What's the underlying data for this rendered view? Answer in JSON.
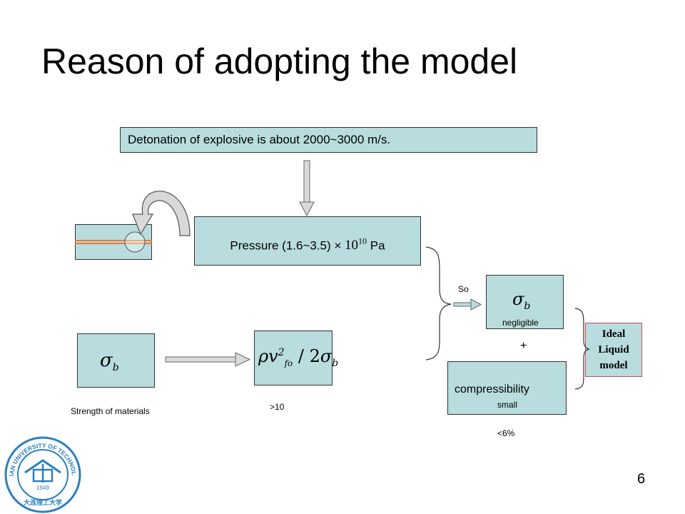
{
  "slide": {
    "title": "Reason of adopting the model",
    "detonation_text": "Detonation of explosive is about 2000~3000 m/s.",
    "pressure_prefix": "Pressure  (1.6~3.5) × ",
    "pressure_base": "10",
    "pressure_exponent": "10",
    "pressure_unit": " Pa",
    "sigma_symbol": "σ",
    "sigma_subscript": "b",
    "ratio_rho": "ρ",
    "ratio_v": "v",
    "ratio_v_exp": "2",
    "ratio_v_sub": "fo",
    "ratio_mid": " / 2",
    "so_label": "So",
    "negligible_label": "negligible",
    "plus_label": "+",
    "compressibility_label": "compressibility",
    "small_label": "small",
    "ideal_line1": "Ideal",
    "ideal_line2": "Liquid",
    "ideal_line3": "model",
    "strength_label": "Strength of materials",
    "gt10_label": ">10",
    "lt6_label": "<6%",
    "page_number": "6"
  },
  "logo": {
    "text_top": "DALIAN UNIVERSITY OF TECHNOLOGY",
    "year": "1949",
    "chinese": "大连理工大学",
    "color": "#2b7fc0"
  },
  "colors": {
    "box_fill": "#b9dcde",
    "ideal_border": "#c0504d",
    "orange_line": "#e07b39"
  }
}
